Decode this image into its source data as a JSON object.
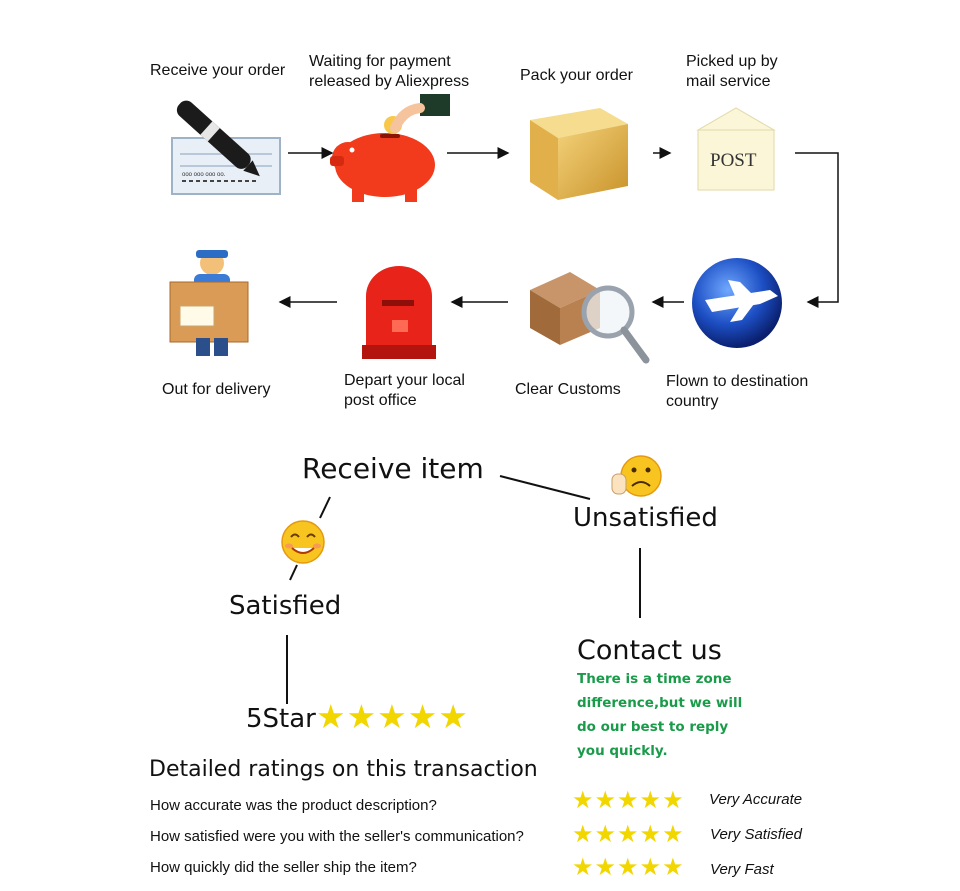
{
  "flow": {
    "steps": [
      "Receive your order",
      "Waiting for payment released by Aliexpress",
      "Pack your order",
      "Picked up by mail service",
      "Flown to destination country",
      "Clear Customs",
      "Depart your local post office",
      "Out for delivery"
    ],
    "post_stamp_text": "POST",
    "check_text": "ooo ooo ooo oo."
  },
  "feedback": {
    "receive": "Receive item",
    "satisfied": "Satisfied",
    "unsatisfied": "Unsatisfied",
    "five_star": "5Star",
    "contact": "Contact us",
    "contact_note_lines": [
      "There is a time zone",
      "difference,but we will",
      "do our best to reply",
      "you quickly."
    ]
  },
  "ratings": {
    "title": "Detailed ratings on this transaction",
    "rows": [
      {
        "question": "How accurate was the product description?",
        "answer": "Very Accurate",
        "stars": 5
      },
      {
        "question": "How satisfied were you with the seller's communication?",
        "answer": "Very Satisfied",
        "stars": 5
      },
      {
        "question": "How quickly did the seller ship the item?",
        "answer": "Very Fast",
        "stars": 5
      }
    ]
  },
  "colors": {
    "star": "#f2d600",
    "note": "#1a9b4a",
    "piggy": "#f23b1c",
    "mailbox": "#e8231a"
  }
}
